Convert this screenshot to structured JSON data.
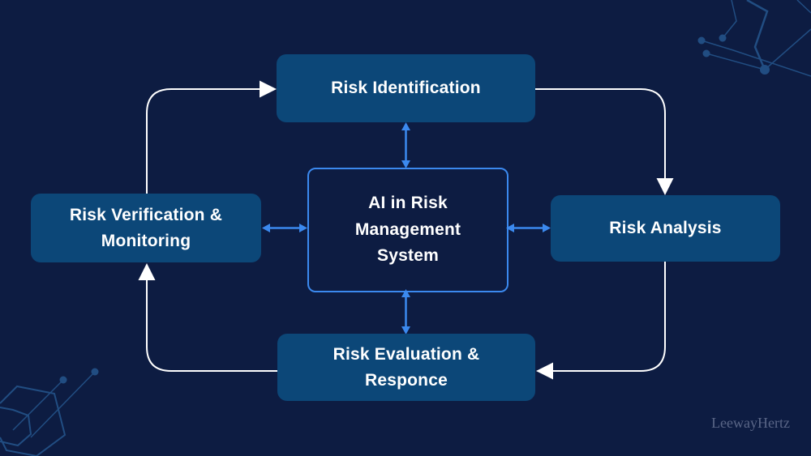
{
  "canvas": {
    "background_color": "#0d1c42",
    "node_fill_color": "#0c4778",
    "accent_blue": "#3b89ee",
    "cycle_line_color": "#ffffff"
  },
  "diagram": {
    "center_node": {
      "label": "AI in Risk\nManagement\nSystem"
    },
    "nodes": {
      "top": {
        "label": "Risk Identification"
      },
      "right": {
        "label": "Risk Analysis"
      },
      "bottom": {
        "label": "Risk Evaluation &\nResponce"
      },
      "left": {
        "label": "Risk Verification &\nMonitoring"
      }
    },
    "flow": {
      "direction": "clockwise",
      "cycle_order": [
        "Risk Identification",
        "Risk Analysis",
        "Risk Evaluation & Responce",
        "Risk Verification & Monitoring"
      ]
    }
  },
  "watermark": {
    "text": "LeewayHertz"
  }
}
